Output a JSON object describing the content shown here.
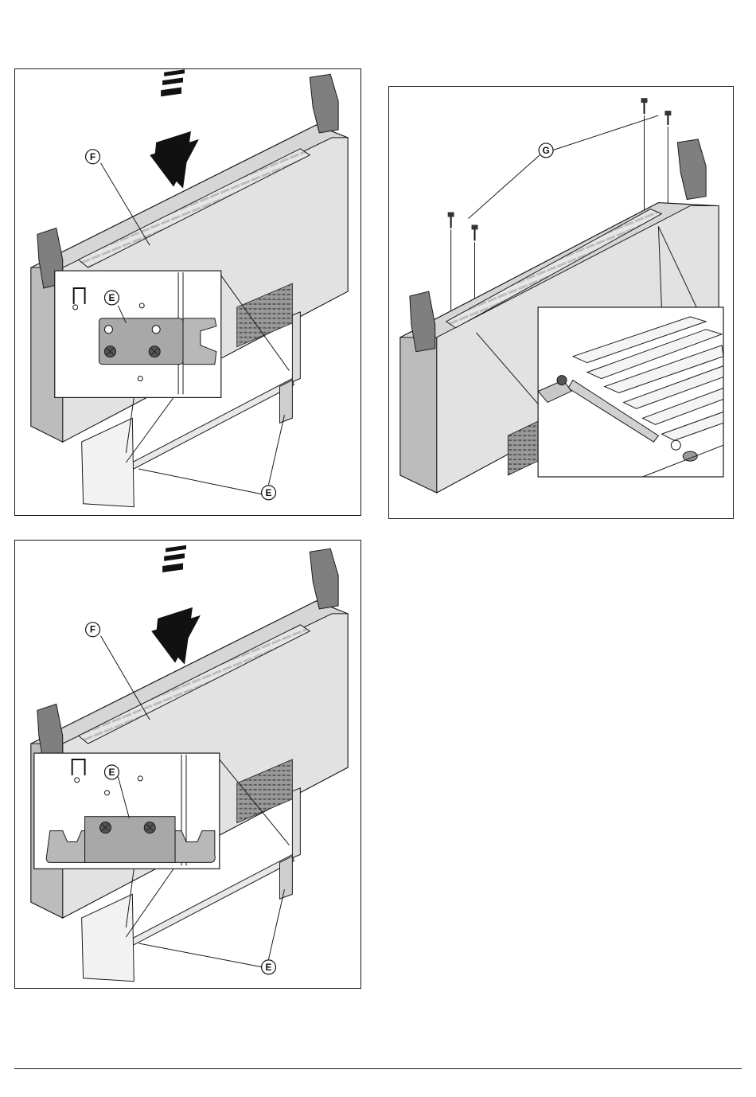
{
  "figures": [
    {
      "id": "fig-top-left",
      "callouts": [
        "F",
        "E",
        "E"
      ]
    },
    {
      "id": "fig-right",
      "callouts": [
        "G"
      ]
    },
    {
      "id": "fig-bottom-left",
      "callouts": [
        "F",
        "E",
        "E"
      ]
    }
  ],
  "icons": {
    "arrow": "down-arrow-icon",
    "bracket": "bracket-symbol-icon"
  },
  "colors": {
    "line": "#1a1a1a",
    "body_light": "#d9d9d9",
    "body_mid": "#b8b8b8",
    "body_dark": "#8c8c8c",
    "bracket": "#a8a8a8"
  }
}
